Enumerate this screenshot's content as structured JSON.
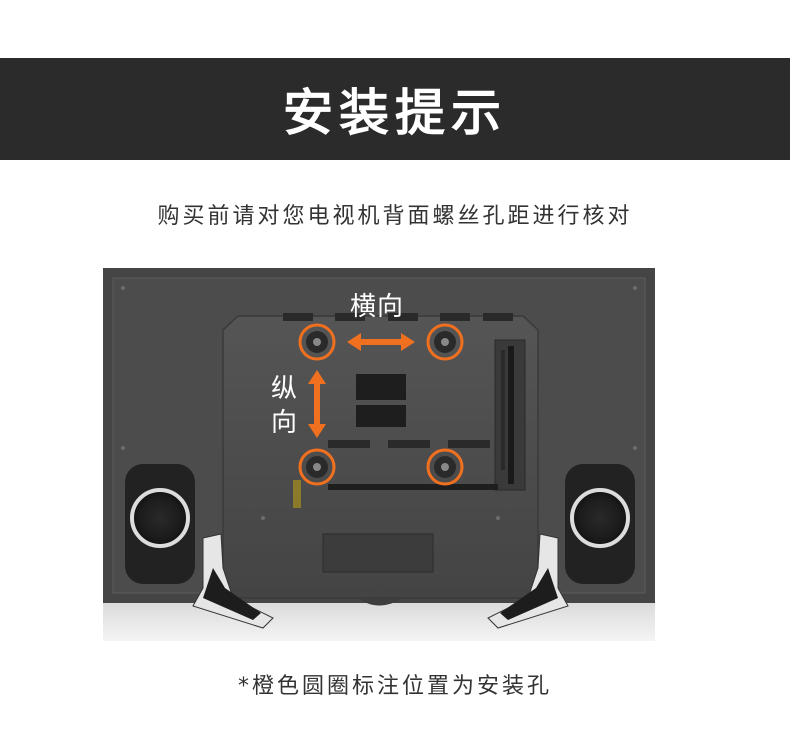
{
  "header": {
    "title": "安装提示"
  },
  "subtitle": "购买前请对您电视机背面螺丝孔距进行核对",
  "diagram": {
    "horizontal_label": "横向",
    "vertical_label_line1": "纵",
    "vertical_label_line2": "向",
    "highlight_color": "#f07020",
    "tv_color": "#4a4a4a"
  },
  "footnote": "*橙色圆圈标注位置为安装孔"
}
